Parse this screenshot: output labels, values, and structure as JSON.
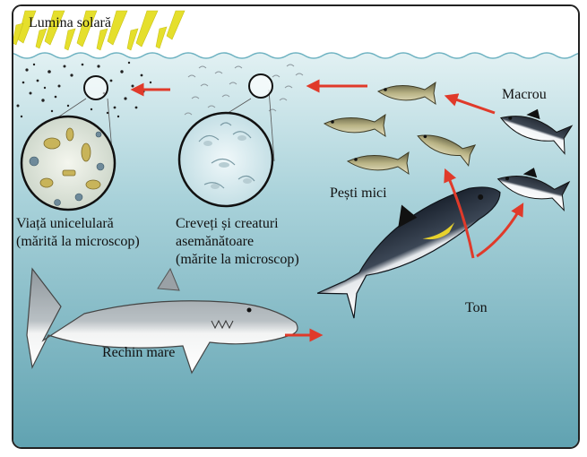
{
  "labels": {
    "sunlight": "Lumina solară",
    "mackerel": "Macrou",
    "small_fish": "Pești mici",
    "tuna": "Ton",
    "shark": "Rechin mare",
    "single_cell_line1": "Viață unicelulară",
    "single_cell_line2": "(mărită la microscop)",
    "shrimp_line1": "Creveți și creaturi",
    "shrimp_line2": "asemănătoare",
    "shrimp_line3": "(mărite la microscop)"
  },
  "colors": {
    "sky": "#ffffff",
    "water_top": "#d9ecef",
    "water_bottom": "#5fa6b4",
    "arrow": "#e03a2a",
    "sun_ray": "#e8e12a",
    "frame": "#222222"
  },
  "icons": {
    "sun": "sun-rays-icon",
    "plankton": "plankton-cloud-icon",
    "magnifier": "magnifier-circle-icon"
  }
}
